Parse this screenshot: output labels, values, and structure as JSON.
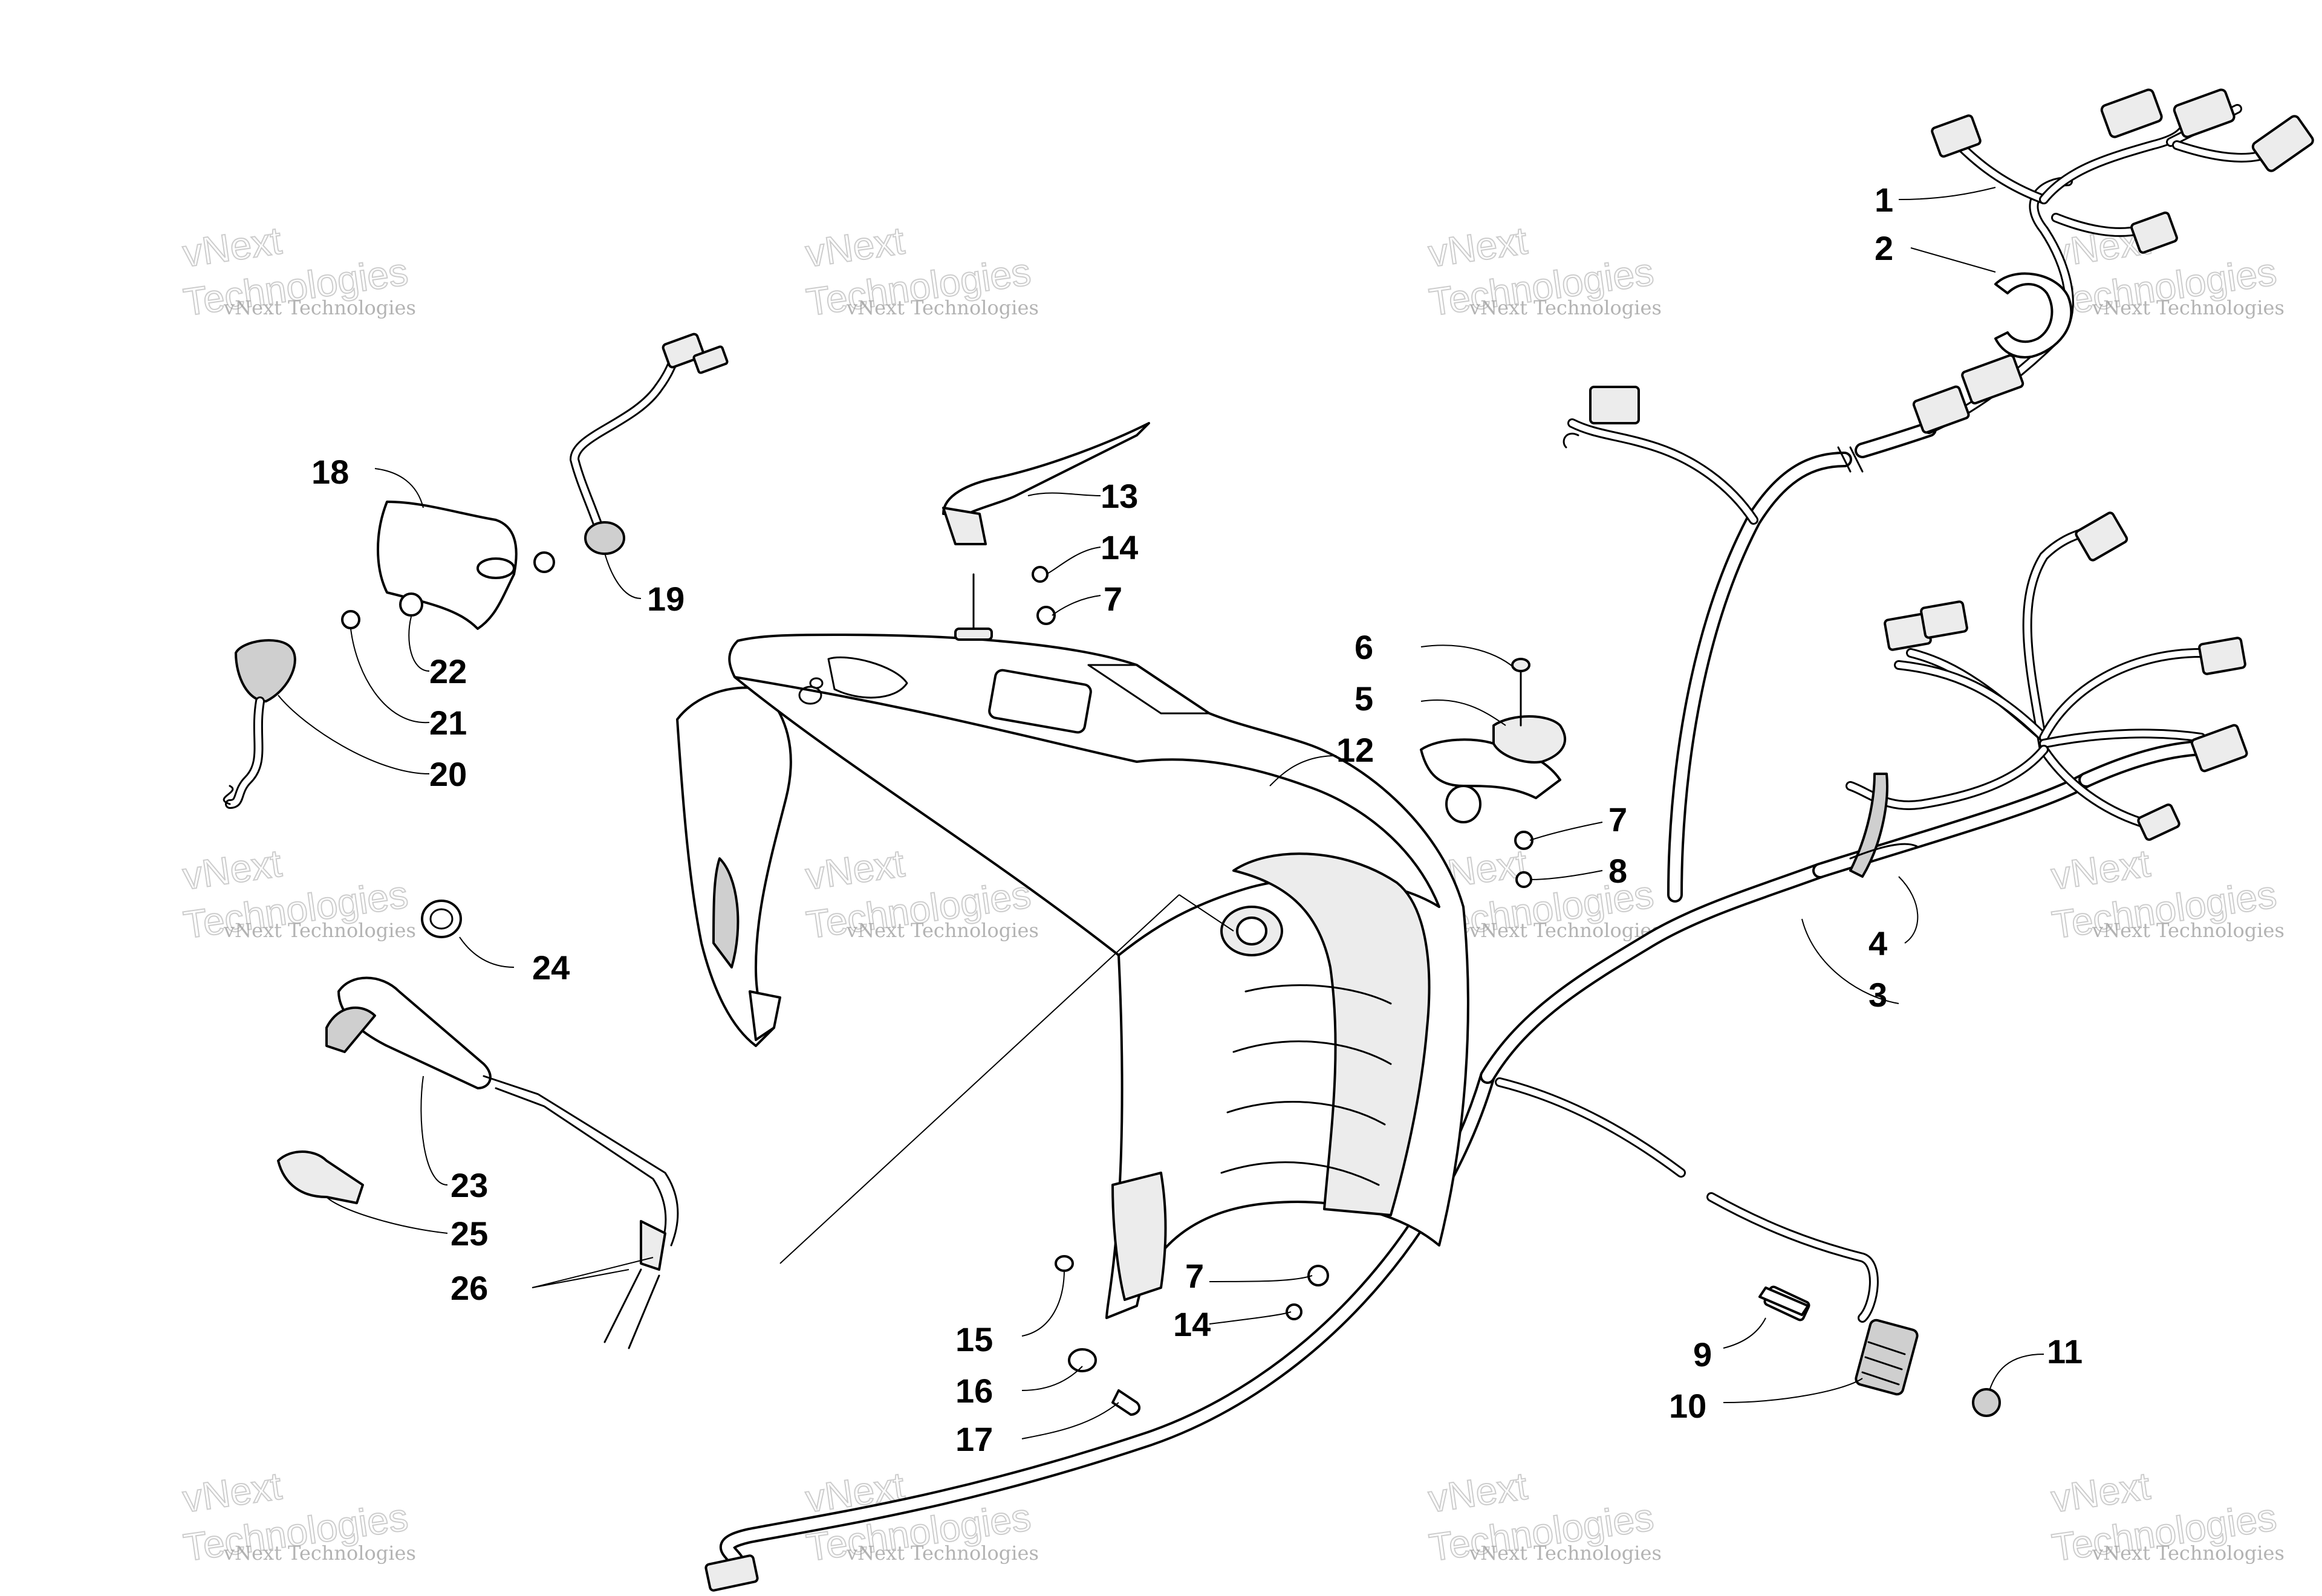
{
  "watermark": {
    "line1": "vNext Technologies",
    "line2": "vNext",
    "line3": "Technologies"
  },
  "callouts": [
    "1",
    "2",
    "3",
    "4",
    "5",
    "6",
    "7",
    "7",
    "7",
    "8",
    "9",
    "10",
    "11",
    "12",
    "13",
    "14",
    "14",
    "15",
    "16",
    "17",
    "18",
    "19",
    "20",
    "21",
    "22",
    "23",
    "24",
    "25",
    "26"
  ]
}
